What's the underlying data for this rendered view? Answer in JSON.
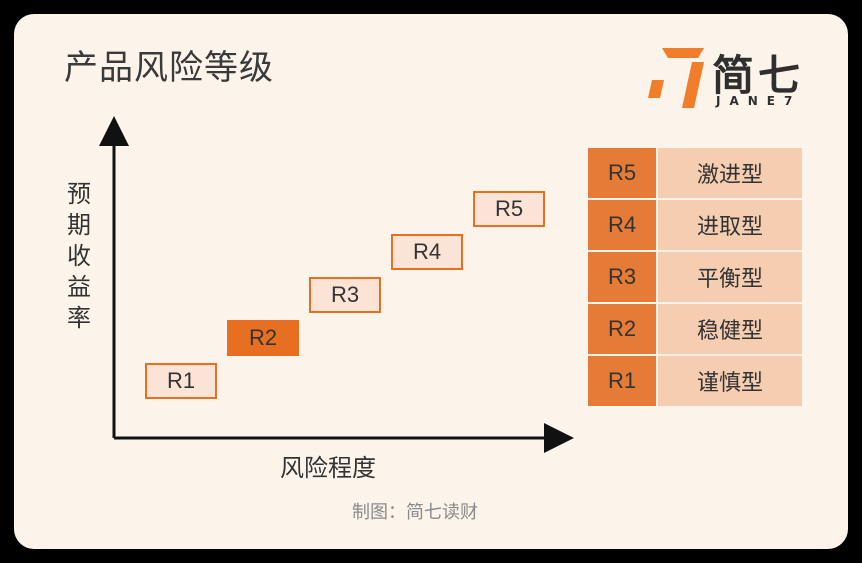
{
  "title": "产品风险等级",
  "logo": {
    "name_cn": "简七",
    "name_en": "JANE7"
  },
  "axes": {
    "y_label": "预期收益率",
    "x_label": "风险程度"
  },
  "steps": [
    {
      "label": "R1",
      "highlight": false
    },
    {
      "label": "R2",
      "highlight": true
    },
    {
      "label": "R3",
      "highlight": false
    },
    {
      "label": "R4",
      "highlight": false
    },
    {
      "label": "R5",
      "highlight": false
    }
  ],
  "legend": [
    {
      "code": "R5",
      "name": "激进型"
    },
    {
      "code": "R4",
      "name": "进取型"
    },
    {
      "code": "R3",
      "name": "平衡型"
    },
    {
      "code": "R2",
      "name": "稳健型"
    },
    {
      "code": "R1",
      "name": "谨慎型"
    }
  ],
  "credit": "制图：简七读财",
  "colors": {
    "accent": "#e76f22",
    "step_fill": "#fbe3d6",
    "legend_code": "#e47b36",
    "legend_name": "#f5cdb1",
    "background": "#fcf4ea"
  }
}
